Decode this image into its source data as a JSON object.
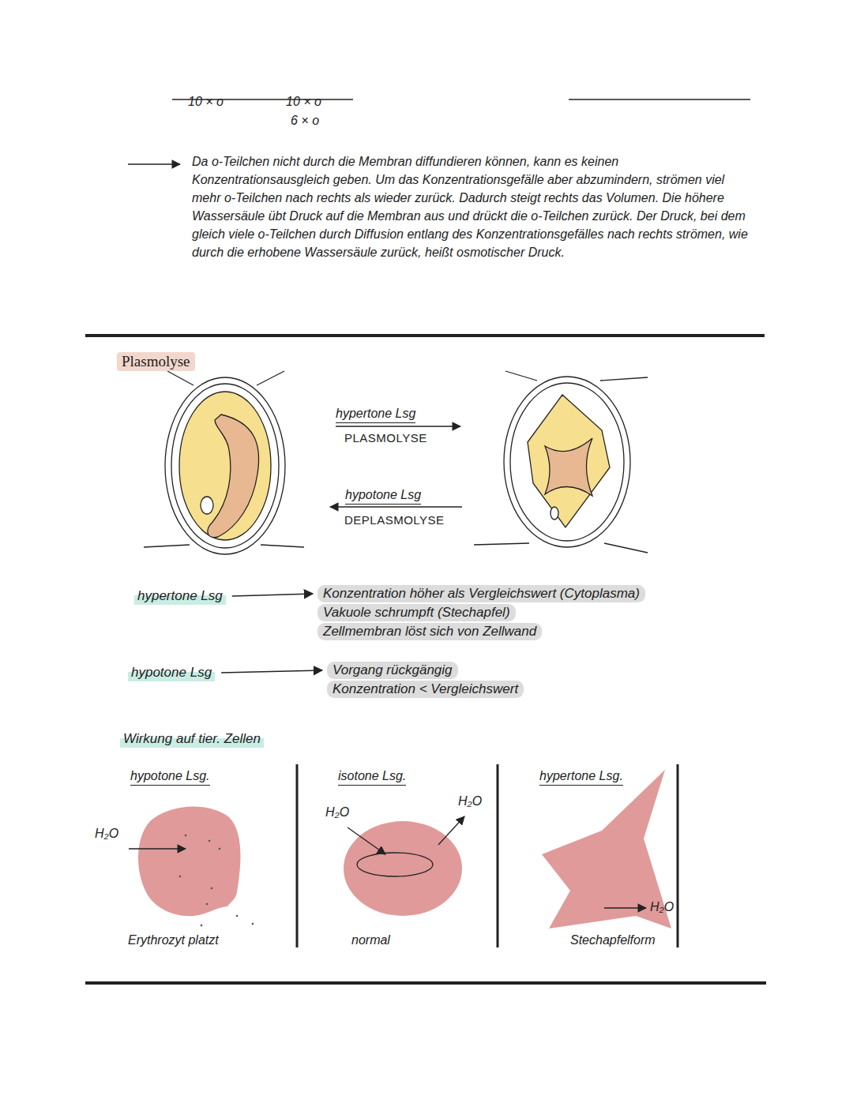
{
  "diagram": {
    "nodes": [
      {
        "text": [
          "hypertone Lsg"
        ]
      },
      {
        "text": [
          "Konzentration höher als Vergleichswert (Cytoplasma)",
          "Vakuole schrumpft (Stechapfel)",
          "Zellmembran löst sich von Zellwand"
        ]
      },
      {
        "text": [
          "hypotone Lsg"
        ]
      },
      {
        "text": [
          "Vorgang rückgängig",
          "Konzentration < Vergleichswert"
        ]
      }
    ],
    "edges": [
      {
        "from": 0,
        "to": 1,
        "arrow": "to"
      },
      {
        "from": 2,
        "to": 3,
        "arrow": "to"
      }
    ],
    "labels": [
      "10 × o",
      "10 × o",
      "6 × o",
      "Da o-Teilchen nicht durch die Membran diffundieren können, kann es keinen Konzentrationsausgleich geben. Um das Konzentrationsgefälle aber abzumindern, strömen viel mehr o-Teilchen nach rechts als wieder zurück. Dadurch steigt rechts das Volumen. Die höhere Wassersäule übt Druck auf die Membran aus und drückt die o-Teilchen zurück. Der Druck, bei dem gleich viele o-Teilchen durch Diffusion entlang des Konzentrationsgefälles nach rechts strömen, wie durch die erhobene Wassersäule zurück, heißt osmotischer Druck.",
      "Plasmolyse",
      "hypertone Lsg",
      "PLASMOLYSE",
      "hypotone Lsg",
      "DEPLASMOLYSE",
      "Wirkung auf tier. Zellen",
      "hypotone Lsg.",
      "isotone Lsg.",
      "hypertone Lsg.",
      "H₂O",
      "H₂O",
      "H₂O",
      "H₂O",
      "Erythrozyt platzt",
      "normal",
      "Stechapfelform"
    ]
  }
}
